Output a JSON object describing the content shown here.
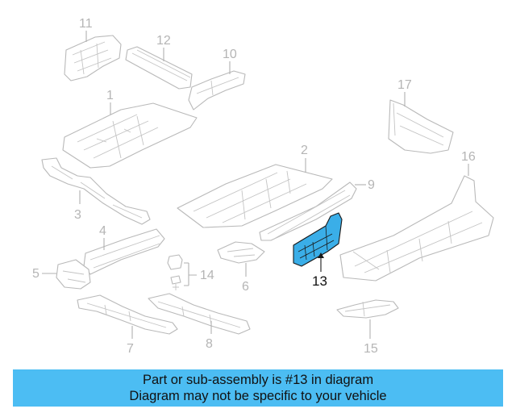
{
  "callouts": [
    "1",
    "2",
    "3",
    "4",
    "5",
    "6",
    "7",
    "8",
    "9",
    "10",
    "11",
    "12",
    "13",
    "14",
    "15",
    "16",
    "17"
  ],
  "highlighted_part": "13",
  "banner": {
    "line1": "Part or sub-assembly is #13 in diagram",
    "line2": "Diagram may not be specific to your vehicle"
  },
  "colors": {
    "highlight": "#3aaee8",
    "banner": "#4cbdf3",
    "line_art": "#b9b9b9"
  }
}
